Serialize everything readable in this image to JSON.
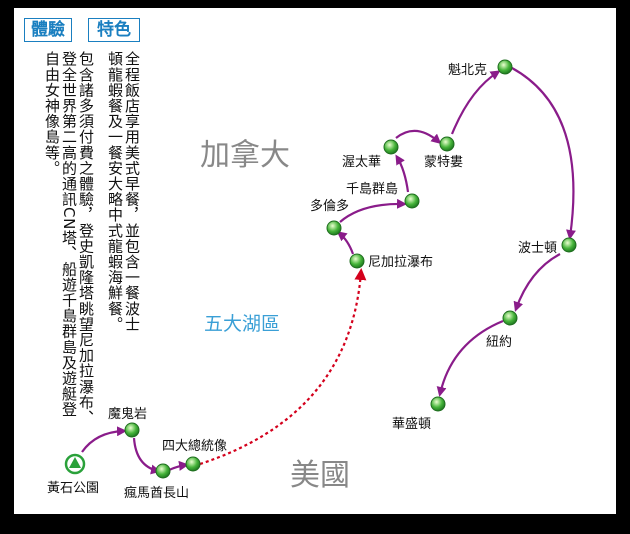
{
  "tags": {
    "experience": "體驗",
    "features": "特色"
  },
  "text_columns": [
    "全程飯店享用美式早餐，並包含一餐波士頓龍蝦餐及一餐安大略中式龍蝦海鮮餐。",
    "包含諸多須付費之體驗，登史凱隆塔眺望尼加拉瀑布、登全世界第二高的通訊CN塔、船遊千島群島及遊艇登自由女神像島等。"
  ],
  "regions": {
    "canada": "加拿大",
    "usa": "美國",
    "great_lakes": "五大湖區"
  },
  "stops": {
    "yellowstone": "黃石公園",
    "devils_tower": "魔鬼岩",
    "crazy_horse": "瘋馬酋長山",
    "mount_rushmore": "四大總統像",
    "niagara": "尼加拉瀑布",
    "toronto": "多倫多",
    "thousand_islands": "千島群島",
    "ottawa": "渥太華",
    "montreal": "蒙特婁",
    "quebec": "魁北克",
    "boston": "波士頓",
    "new_york": "紐約",
    "washington": "華盛頓"
  },
  "colors": {
    "route_arrow": "#8a1c8a",
    "flight": "#d4001c",
    "stop_green": "#46b43a",
    "start_marker": "#2aa13a",
    "tag_blue": "#1a7fc0",
    "lakes_blue": "#3a9fd6"
  }
}
